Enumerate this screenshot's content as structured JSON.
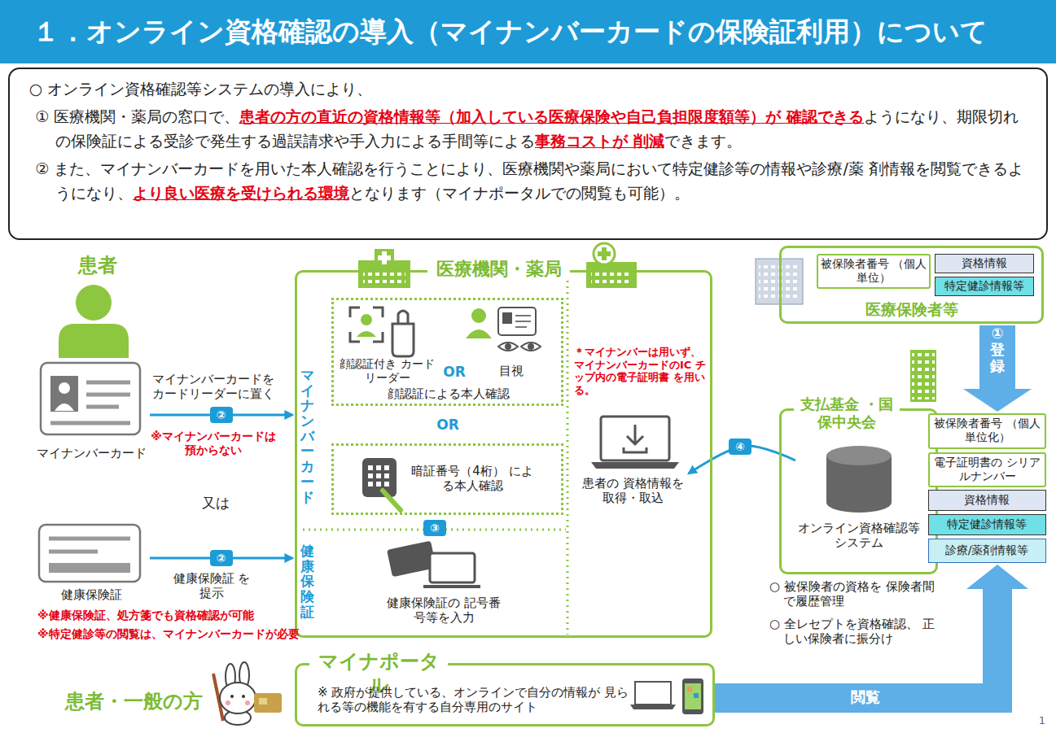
{
  "diagram": {
    "title": "１．オンライン資格確認の導入（マイナンバーカードの保険証利用）について",
    "nodes": [
      {
        "text": [
          "○ オンライン資格確認等システムの導入により、",
          "① 医療機関・薬局の窓口で、",
          "患者の方の直近の資格情報等（加入している医療保険や自己負担限度額等）が 確認できる",
          "ようになり、期限切れの保険証による受診で発生する過誤請求や手入力による手間等による",
          "事務コストが 削減",
          "できます。",
          "② また、マイナンバーカードを用いた本人確認を行うことにより、医療機関や薬局において特定健診等の情報や診療/薬 剤情報を閲覧できるようになり、",
          "より良い医療を受けられる環境",
          "となります（マイナポータルでの閲覧も可能）。"
        ]
      },
      {
        "text": [
          "マイナンバーカード"
        ]
      },
      {
        "text": [
          "健康保険証"
        ]
      },
      {
        "text": [
          "医療機関・薬局"
        ]
      },
      {
        "text": [
          "顔認証付き カードリーダー",
          "OR",
          "目視",
          "顔認証による本人確認"
        ],
        "in": 3
      },
      {
        "text": [
          "暗証番号（4桁） による本人確認"
        ],
        "in": 3
      },
      {
        "text": [
          "患者の 資格情報を 取得・取込"
        ],
        "in": 3
      },
      {
        "text": [
          "医療保険者等"
        ]
      },
      {
        "text": [
          "被保険者番号 （個人単位）"
        ],
        "in": 7
      },
      {
        "text": [
          "資格情報"
        ],
        "in": 7
      },
      {
        "text": [
          "特定健診情報等"
        ],
        "in": 7
      },
      {
        "text": [
          "支払基金 ・国保中央会"
        ]
      },
      {
        "text": [
          "オンライン資格確認等 システム"
        ],
        "in": 11
      },
      {
        "text": [
          "被保険者番号 （個人単位化）"
        ]
      },
      {
        "text": [
          "電子証明書の シリアルナンバー"
        ]
      },
      {
        "text": [
          "資格情報"
        ]
      },
      {
        "text": [
          "特定健診情報等"
        ]
      },
      {
        "text": [
          "診療/薬剤情報等"
        ]
      },
      {
        "text": [
          "マイナポータル",
          "※ 政府が提供している、オンラインで自分の情報が 見られる等の機能を有する自分専用のサイト"
        ]
      }
    ],
    "edges": [
      {
        "from": 1,
        "to": 3,
        "arrow": "to",
        "label": "②"
      },
      {
        "from": 2,
        "to": 3,
        "arrow": "to",
        "label": "②"
      },
      {
        "from": 7,
        "to": 13,
        "arrow": "to",
        "label": "① 登録"
      },
      {
        "from": 12,
        "to": 6,
        "arrow": "to",
        "label": "④"
      },
      {
        "from": 18,
        "to": 17,
        "arrow": "to",
        "label": "閲覧"
      }
    ],
    "labels": [
      "患者",
      "マイナンバーカードを カードリーダーに置く",
      "※マイナンバーカードは 預からない",
      "又は",
      "健康保険証 を提示",
      "※健康保険証、処方箋でも資格確認が可能",
      "※特定健診等の閲覧は、マイナンバーカードが必要",
      "マイナンバーカード",
      "健康保険証",
      "OR",
      "③",
      "健康保険証の 記号番号等を入力",
      "＊マイナンバーは用いず、 マイナンバーカードのIC チップ内の電子証明書 を用いる。",
      "○ 被保険者の資格を 保険者間で履歴管理",
      "○ 全レセプトを資格確認、 正しい保険者に振分け",
      "患者・一般の方",
      "1"
    ]
  }
}
